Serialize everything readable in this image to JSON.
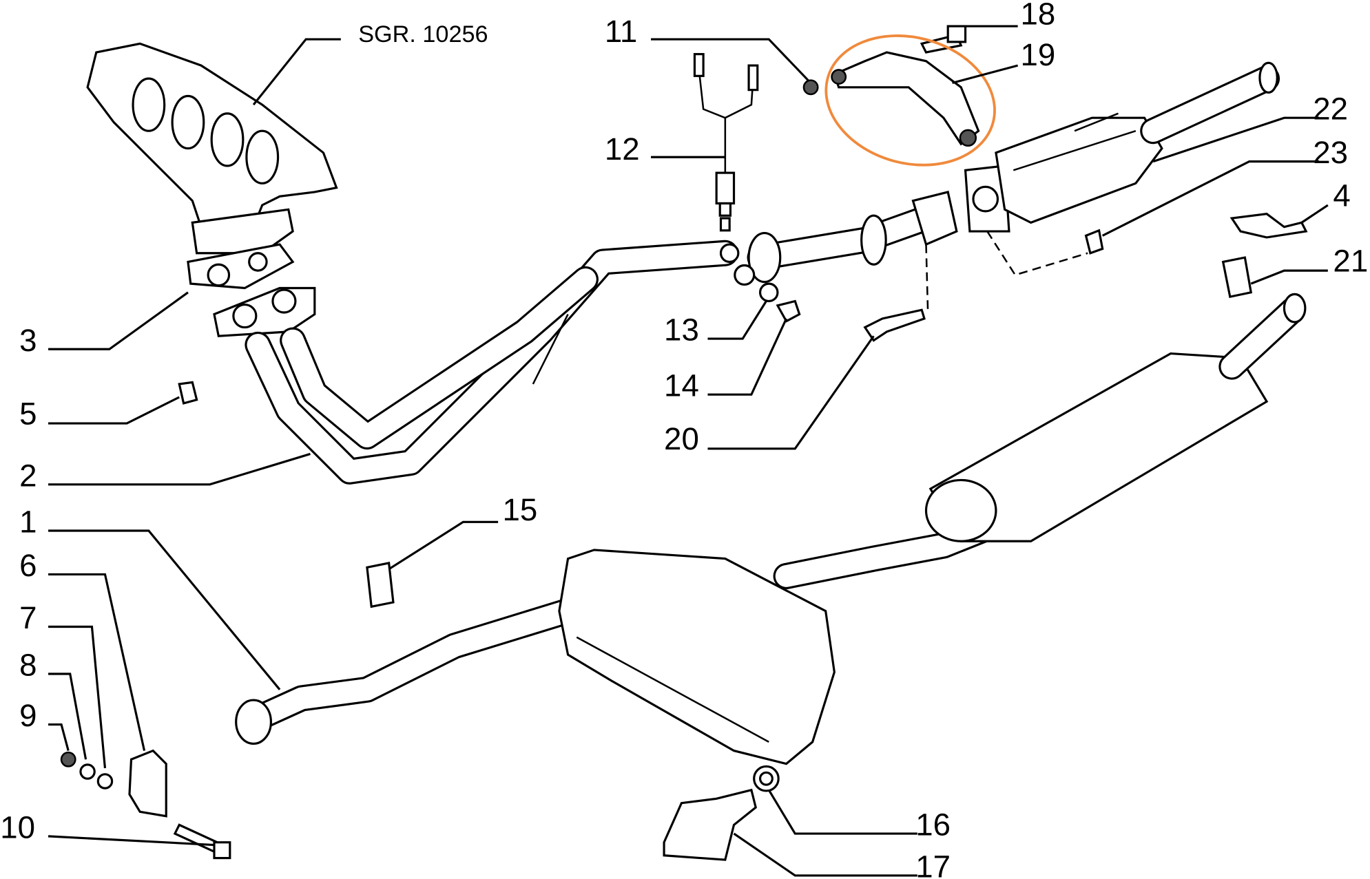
{
  "diagram": {
    "reference": "SGR. 10256",
    "highlight_color": "#f08a3c",
    "highlighted_part": "19",
    "part_labels": {
      "p1": "1",
      "p2": "2",
      "p3": "3",
      "p4": "4",
      "p5": "5",
      "p6": "6",
      "p7": "7",
      "p8": "8",
      "p9": "9",
      "p10": "10",
      "p11": "11",
      "p12": "12",
      "p13": "13",
      "p14": "14",
      "p15": "15",
      "p16": "16",
      "p17": "17",
      "p18": "18",
      "p19": "19",
      "p20": "20",
      "p21": "21",
      "p22": "22",
      "p23": "23"
    }
  }
}
